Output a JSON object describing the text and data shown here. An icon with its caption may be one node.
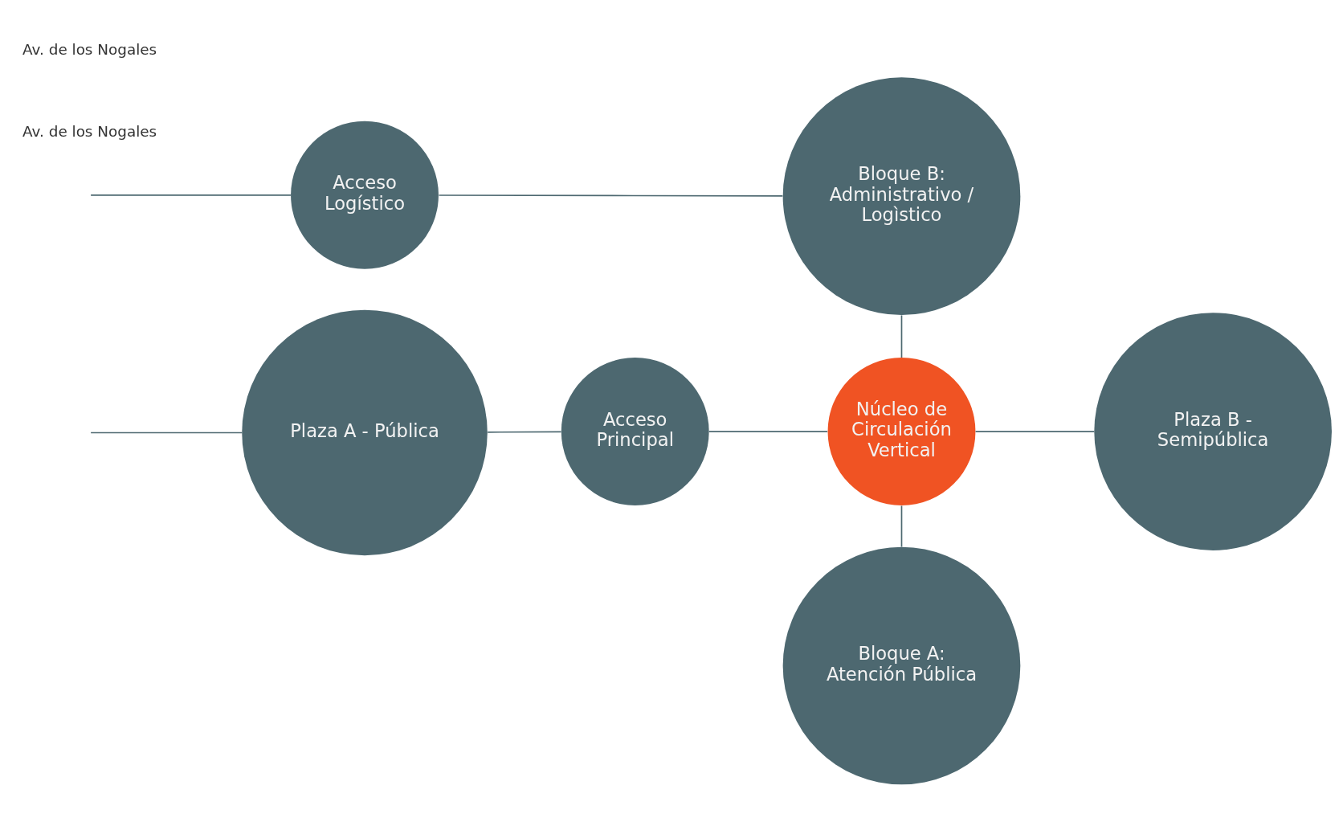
{
  "diagram": {
    "nodes": [
      {
        "text": [
          "Acceso Logístico"
        ]
      },
      {
        "text": [
          "Bloque B: Administrativo / Logìstico"
        ]
      },
      {
        "text": [
          "Plaza A - Pública"
        ]
      },
      {
        "text": [
          "Acceso Principal"
        ]
      },
      {
        "text": [
          "Núcleo de Circulación Vertical"
        ]
      },
      {
        "text": [
          "Plaza B - Semipública"
        ]
      },
      {
        "text": [
          "Bloque A: Atención Pública"
        ]
      }
    ],
    "edges": [
      {
        "from": null,
        "to": 0,
        "arrow": "none"
      },
      {
        "from": 0,
        "to": 1,
        "arrow": "none"
      },
      {
        "from": 1,
        "to": 4,
        "arrow": "none"
      },
      {
        "from": null,
        "to": 2,
        "arrow": "none"
      },
      {
        "from": 2,
        "to": 3,
        "arrow": "none"
      },
      {
        "from": 3,
        "to": 4,
        "arrow": "none"
      },
      {
        "from": 4,
        "to": 5,
        "arrow": "none"
      },
      {
        "from": 4,
        "to": 6,
        "arrow": "none"
      }
    ],
    "labels": [
      "Av. de los Nogales",
      "Av. de los Nogales"
    ]
  }
}
